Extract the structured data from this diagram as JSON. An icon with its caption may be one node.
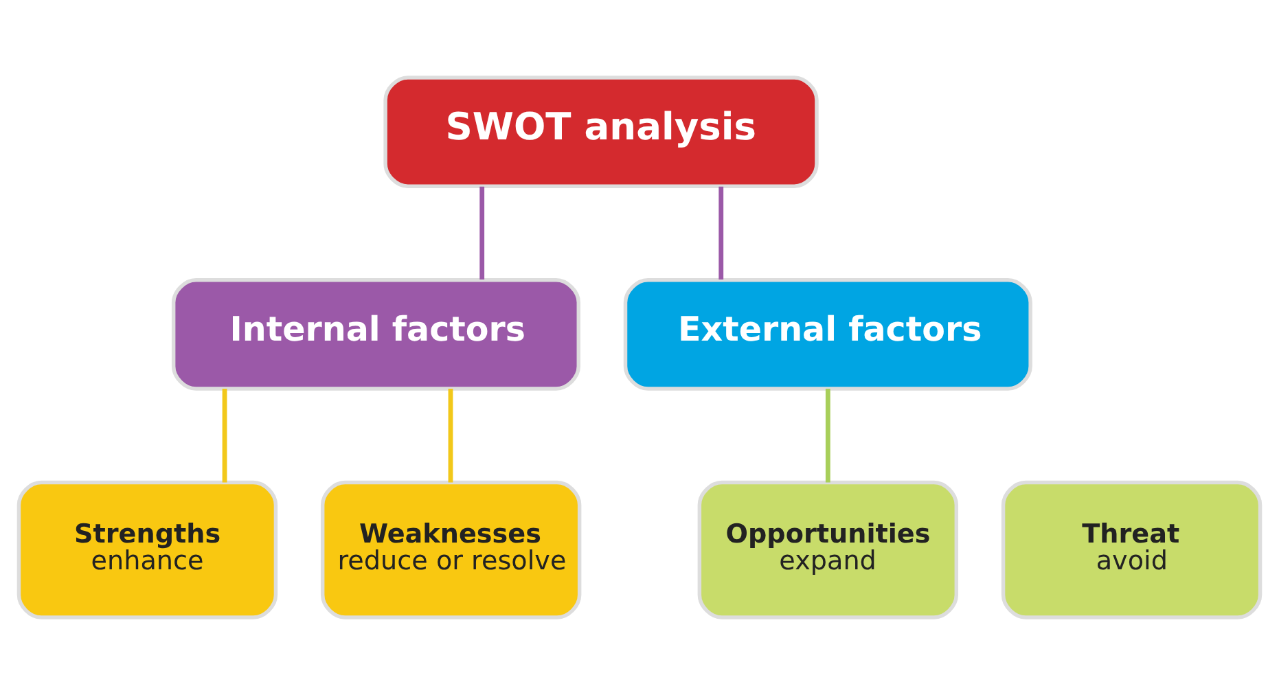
{
  "diagram": {
    "nodes": [
      {
        "text": [
          "SWOT analysis"
        ]
      },
      {
        "text": [
          "Internal factors"
        ]
      },
      {
        "text": [
          "External factors"
        ]
      },
      {
        "text": [
          "Strengths",
          "enhance"
        ]
      },
      {
        "text": [
          "Weaknesses",
          "reduce or resolve"
        ]
      },
      {
        "text": [
          "Opportunities",
          "expand"
        ]
      },
      {
        "text": [
          "Threat",
          "avoid"
        ]
      }
    ],
    "edges": [
      {
        "from": 0,
        "to": 1,
        "arrow": "none",
        "color": "#9b59a8"
      },
      {
        "from": 0,
        "to": 2,
        "arrow": "none",
        "color": "#9b59a8"
      },
      {
        "from": 1,
        "to": 3,
        "arrow": "none",
        "color": "#f2c81a"
      },
      {
        "from": 1,
        "to": 4,
        "arrow": "none",
        "color": "#f2c81a"
      },
      {
        "from": 2,
        "to": 5,
        "arrow": "none",
        "color": "#a8cf5a"
      }
    ]
  }
}
